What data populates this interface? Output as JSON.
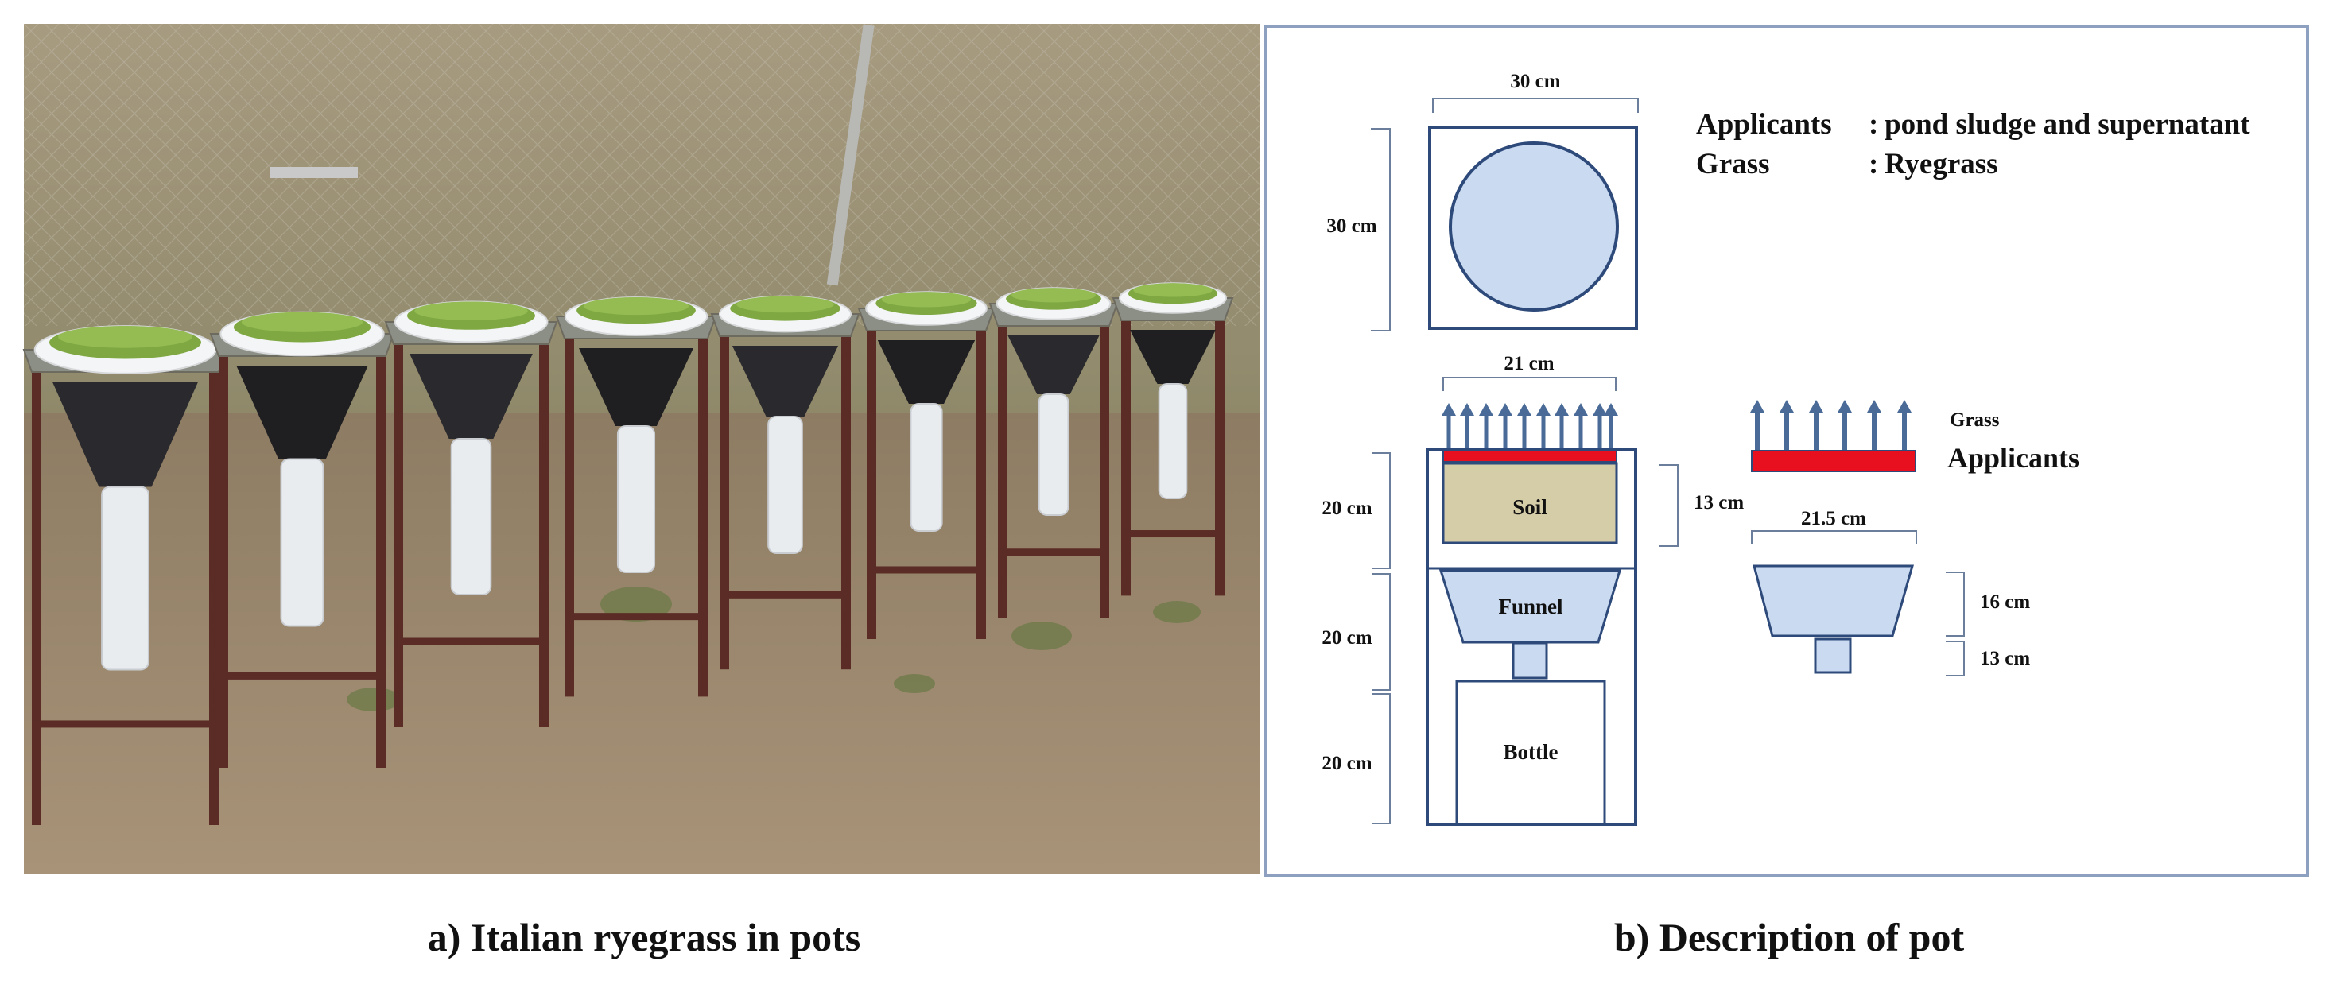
{
  "colors": {
    "fill_blue": "#c9daf1",
    "stroke_navy": "#2e4a7a",
    "arrow_blue": "#4a6b97",
    "applicant_red": "#e8101e",
    "soil_tan": "#d5cca8",
    "dim_line": "#6b7f9c"
  },
  "legend": {
    "applicants_label": "Applicants",
    "applicants_sep": ":",
    "applicants_value": "pond sludge and supernatant",
    "grass_label": "Grass",
    "grass_sep": ":",
    "grass_value": "Ryegrass"
  },
  "dimensions": {
    "top_width": "30 cm",
    "top_height": "30 cm",
    "pot_top_width": "21 cm",
    "soil_height": "20 cm",
    "funnel_height": "20 cm",
    "bottle_height": "20 cm",
    "soil_depth": "13 cm",
    "funnel_width": "21.5 cm",
    "funnel_cone_height": "16 cm",
    "funnel_neck_height": "13 cm"
  },
  "labels": {
    "soil": "Soil",
    "funnel": "Funnel",
    "bottle": "Bottle",
    "grass": "Grass",
    "applicants": "Applicants"
  },
  "captions": {
    "a": "a) Italian ryegrass in pots",
    "b": "b) Description of pot"
  },
  "photo": {
    "icons": [
      "ryegrass-pot-stand"
    ],
    "stand_count": 8
  }
}
